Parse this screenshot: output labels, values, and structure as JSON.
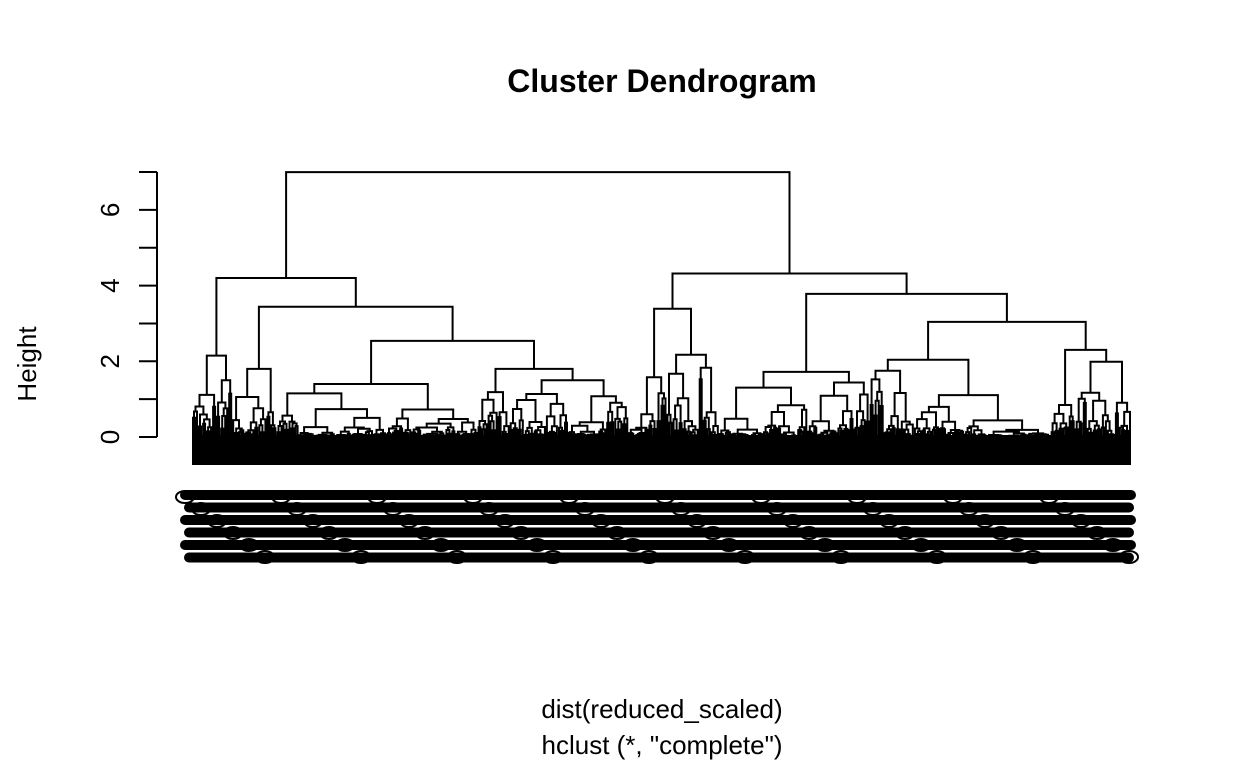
{
  "chart_data": {
    "type": "dendrogram",
    "title": "Cluster Dendrogram",
    "ylabel": "Height",
    "xlabel": "dist(reduced_scaled)",
    "sublabel": "hclust (*, \"complete\")",
    "ylim": [
      0,
      7
    ],
    "yticks": [
      0,
      2,
      4,
      6
    ],
    "yminor_ticks": [
      0,
      1,
      2,
      3,
      4,
      5,
      6,
      7
    ],
    "tree": {
      "h": 7.0,
      "c": [
        {
          "h": 4.2,
          "c": [
            {
              "n": 20,
              "h": 2.15
            },
            {
              "h": 3.44,
              "c": [
                {
                  "n": 22,
                  "h": 1.8
                },
                {
                  "h": 2.54,
                  "c": [
                    {
                      "n": 100,
                      "h": 1.4
                    },
                    {
                      "n": 75,
                      "h": 1.8
                    }
                  ]
                }
              ]
            }
          ]
        },
        {
          "h": 4.32,
          "c": [
            {
              "n": 45,
              "h": 3.39
            },
            {
              "h": 3.78,
              "c": [
                {
                  "n": 75,
                  "h": 1.72
                },
                {
                  "h": 3.04,
                  "c": [
                    {
                      "n": 90,
                      "h": 2.04
                    },
                    {
                      "n": 40,
                      "h": 2.3
                    }
                  ]
                }
              ]
            }
          ]
        }
      ]
    }
  },
  "colors": {
    "ink": "#000000",
    "background": "#ffffff"
  }
}
